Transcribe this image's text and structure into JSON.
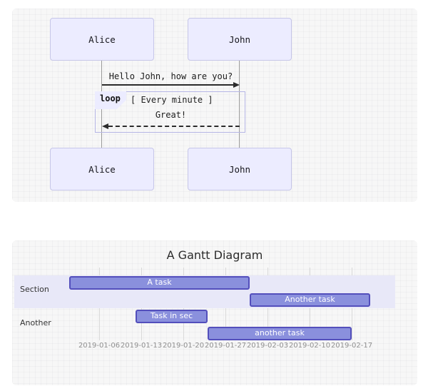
{
  "sequence_diagram": {
    "actors": [
      {
        "name": "Alice"
      },
      {
        "name": "John"
      }
    ],
    "messages": [
      {
        "from": "Alice",
        "to": "John",
        "text": "Hello John, how are you?",
        "line": "solid"
      },
      {
        "from": "John",
        "to": "Alice",
        "text": "Great!",
        "line": "dashed"
      }
    ],
    "loop": {
      "label": "loop",
      "condition": "[ Every minute ]"
    }
  },
  "chart_data": {
    "type": "bar",
    "variant": "gantt",
    "title": "A Gantt Diagram",
    "axis_range": [
      "2019-01-01",
      "2019-02-20"
    ],
    "x_ticks": [
      "2019-01-06",
      "2019-01-13",
      "2019-01-20",
      "2019-01-27",
      "2019-02-03",
      "2019-02-10",
      "2019-02-17"
    ],
    "sections": [
      {
        "name": "Section",
        "highlighted": true,
        "tasks": [
          {
            "label": "A task",
            "start": "2019-01-01",
            "end": "2019-01-31"
          },
          {
            "label": "Another task",
            "start": "2019-01-31",
            "end": "2019-02-20"
          }
        ]
      },
      {
        "name": "Another",
        "highlighted": false,
        "tasks": [
          {
            "label": "Task in sec",
            "start": "2019-01-12",
            "end": "2019-01-24"
          },
          {
            "label": "another task",
            "start": "2019-01-24",
            "end": "2019-02-17"
          }
        ]
      }
    ],
    "legend": null,
    "grid": "vertical-weekly"
  },
  "colors": {
    "actor_fill": "#ECECFF",
    "actor_border": "#c6c6e8",
    "loop_border": "#b6b6e6",
    "task_fill": "#8a90dd",
    "task_border": "#534fbc",
    "section_band": "#e8e8f8",
    "panel_background": "#f7f7f7",
    "grid_line": "#d9d9d9",
    "tick_text": "#8f8f8f"
  }
}
